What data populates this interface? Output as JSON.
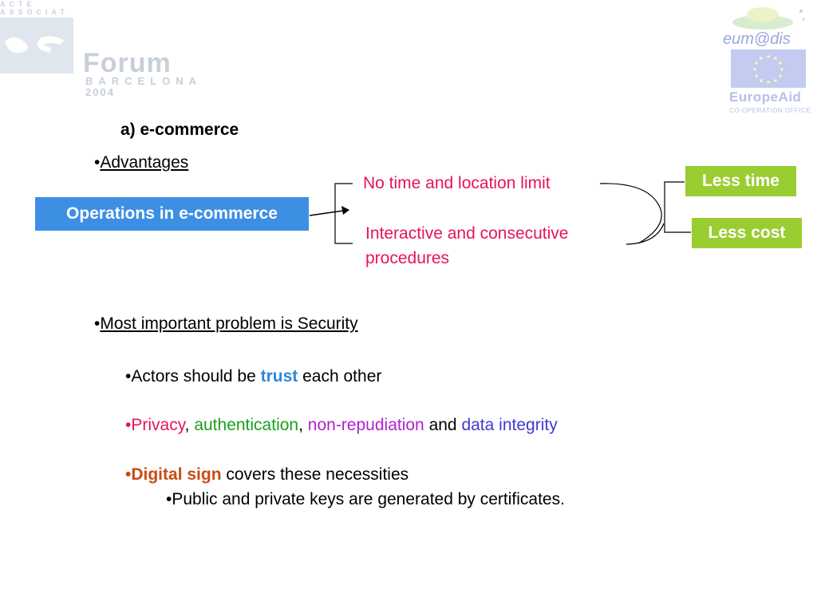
{
  "logo_left": {
    "line1": "ACTE",
    "line2": "ASSOCIAT",
    "forum": "Forum",
    "city": "BARCELONA",
    "year": "2004"
  },
  "logo_right": {
    "eumedis": "eum@dis",
    "europeaid": "EuropeAid",
    "cooperation": "CO-OPERATION OFFICE"
  },
  "slide": {
    "heading": "a) e-commerce",
    "advantages_bullet": "•",
    "advantages": "Advantages",
    "operations_box": "Operations in e-commerce",
    "no_time_limit": "No time and location limit",
    "interactive_line1": "Interactive and consecutive",
    "interactive_line2": "procedures",
    "less_time": "Less time",
    "less_cost": "Less cost",
    "security_bullet": "•",
    "security": "Most important problem is Security",
    "actors_pre": "•Actors should be ",
    "actors_trust": "trust",
    "actors_post": " each other",
    "privacy_bullet": "•",
    "privacy": "Privacy",
    "comma1": ", ",
    "authentication": "authentication",
    "comma2": ", ",
    "non_repudiation": "non-repudiation",
    "and": " and ",
    "data_integrity": "data integrity",
    "digital_bullet": "•",
    "digital_sign": "Digital sign",
    "digital_post": " covers these necessities",
    "keys": "•Public and private keys are generated by certificates."
  },
  "colors": {
    "operations_box": "#3d8fe4",
    "result_box": "#9acd32",
    "pink_text": "#e8125f",
    "trust": "#2e86de",
    "authentication": "#1aa11a",
    "non_repudiation": "#b21fd0",
    "data_integrity": "#3b3bd0",
    "digital_sign": "#c84b12"
  }
}
